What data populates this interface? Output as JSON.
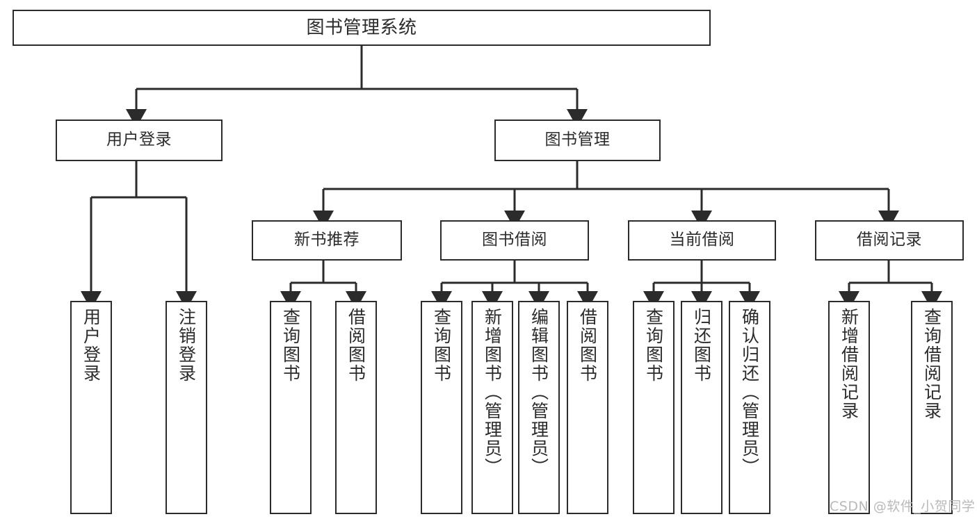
{
  "diagram": {
    "type": "hierarchy-tree",
    "title": "图书管理系统",
    "watermark": "CSDN @软件_小贺同学",
    "colors": {
      "border": "#2b2b2b",
      "text": "#2b2b2b",
      "background": "#ffffff",
      "watermark": "#b9b9b9"
    },
    "nodes": {
      "root": {
        "label": "图书管理系统"
      },
      "user_login": {
        "label": "用户登录"
      },
      "book_manage": {
        "label": "图书管理"
      },
      "new_book_rec": {
        "label": "新书推荐"
      },
      "book_borrow": {
        "label": "图书借阅"
      },
      "current_borrow": {
        "label": "当前借阅"
      },
      "borrow_record": {
        "label": "借阅记录"
      },
      "leaf_user_login": {
        "label": "用户登录"
      },
      "leaf_logout_login": {
        "label": "注销登录"
      },
      "leaf_query_book_1": {
        "label": "查询图书"
      },
      "leaf_borrow_book_1": {
        "label": "借阅图书"
      },
      "leaf_query_book_2": {
        "label": "查询图书"
      },
      "leaf_add_book": {
        "label": "新增图书（管理员）"
      },
      "leaf_edit_book": {
        "label": "编辑图书（管理员）"
      },
      "leaf_borrow_book_2": {
        "label": "借阅图书"
      },
      "leaf_query_book_3": {
        "label": "查询图书"
      },
      "leaf_return_book": {
        "label": "归还图书"
      },
      "leaf_confirm_return": {
        "label": "确认归还（管理员）"
      },
      "leaf_add_record": {
        "label": "新增借阅记录"
      },
      "leaf_query_record": {
        "label": "查询借阅记录"
      }
    }
  }
}
